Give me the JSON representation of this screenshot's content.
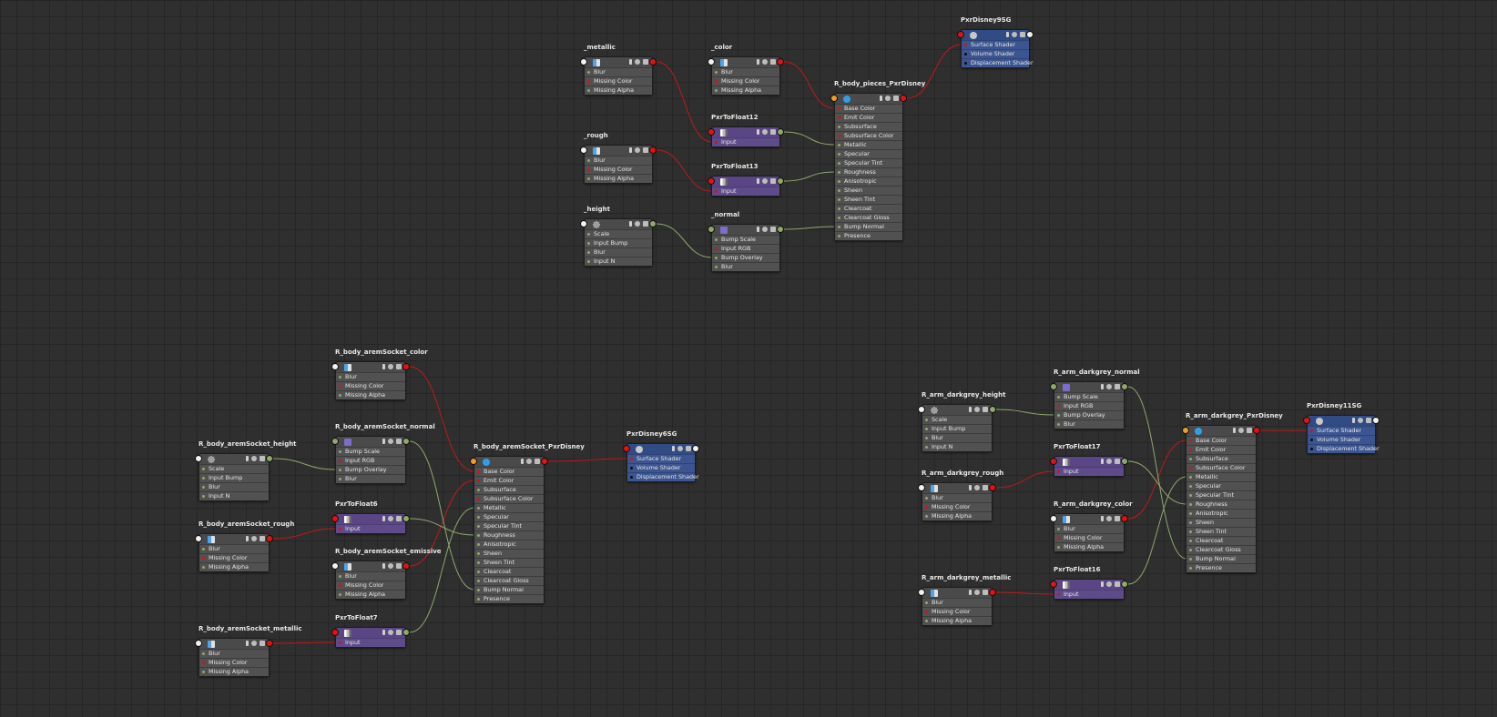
{
  "nodes": {
    "metallic": {
      "title": "_metallic",
      "attrs": [
        "Blur",
        "Missing Color",
        "Missing Alpha"
      ]
    },
    "color": {
      "title": "_color",
      "attrs": [
        "Blur",
        "Missing Color",
        "Missing Alpha"
      ]
    },
    "rough": {
      "title": "_rough",
      "attrs": [
        "Blur",
        "Missing Color",
        "Missing Alpha"
      ]
    },
    "height": {
      "title": "_height",
      "attrs": [
        "Scale",
        "Input Bump",
        "Blur",
        "Input N"
      ]
    },
    "normal": {
      "title": "_normal",
      "attrs": [
        "Bump Scale",
        "Input RGB",
        "Bump Overlay",
        "Blur"
      ]
    },
    "pxr12": {
      "title": "PxrToFloat12",
      "attrs": [
        "Input"
      ]
    },
    "pxr13": {
      "title": "PxrToFloat13",
      "attrs": [
        "Input"
      ]
    },
    "body_pieces": {
      "title": "R_body_pieces_PxrDisney",
      "attrs": [
        "Base Color",
        "Emit Color",
        "Subsurface",
        "Subsurface Color",
        "Metallic",
        "Specular",
        "Specular Tint",
        "Roughness",
        "Anisotropic",
        "Sheen",
        "Sheen Tint",
        "Clearcoat",
        "Clearcoat Gloss",
        "Bump Normal",
        "Presence"
      ]
    },
    "sg9": {
      "title": "PxrDisney9SG",
      "attrs": [
        "Surface Shader",
        "Volume Shader",
        "Displacement Shader"
      ]
    },
    "as_color": {
      "title": "R_body_aremSocket_color",
      "attrs": [
        "Blur",
        "Missing Color",
        "Missing Alpha"
      ]
    },
    "as_normal": {
      "title": "R_body_aremSocket_normal",
      "attrs": [
        "Bump Scale",
        "Input RGB",
        "Bump Overlay",
        "Blur"
      ]
    },
    "as_height": {
      "title": "R_body_aremSocket_height",
      "attrs": [
        "Scale",
        "Input Bump",
        "Blur",
        "Input N"
      ]
    },
    "pxr6": {
      "title": "PxrToFloat6",
      "attrs": [
        "Input"
      ]
    },
    "as_rough": {
      "title": "R_body_aremSocket_rough",
      "attrs": [
        "Blur",
        "Missing Color",
        "Missing Alpha"
      ]
    },
    "as_emissive": {
      "title": "R_body_aremSocket_emissive",
      "attrs": [
        "Blur",
        "Missing Color",
        "Missing Alpha"
      ]
    },
    "pxr7": {
      "title": "PxrToFloat7",
      "attrs": [
        "Input"
      ]
    },
    "as_metallic": {
      "title": "R_body_aremSocket_metallic",
      "attrs": [
        "Blur",
        "Missing Color",
        "Missing Alpha"
      ]
    },
    "as_disney": {
      "title": "R_body_aremSocket_PxrDisney",
      "attrs": [
        "Base Color",
        "Emit Color",
        "Subsurface",
        "Subsurface Color",
        "Metallic",
        "Specular",
        "Specular Tint",
        "Roughness",
        "Anisotropic",
        "Sheen",
        "Sheen Tint",
        "Clearcoat",
        "Clearcoat Gloss",
        "Bump Normal",
        "Presence"
      ]
    },
    "sg6": {
      "title": "PxrDisney6SG",
      "attrs": [
        "Surface Shader",
        "Volume Shader",
        "Displacement Shader"
      ]
    },
    "dg_height": {
      "title": "R_arm_darkgrey_height",
      "attrs": [
        "Scale",
        "Input Bump",
        "Blur",
        "Input N"
      ]
    },
    "dg_normal": {
      "title": "R_arm_darkgrey_normal",
      "attrs": [
        "Bump Scale",
        "Input RGB",
        "Bump Overlay",
        "Blur"
      ]
    },
    "pxr17": {
      "title": "PxrToFloat17",
      "attrs": [
        "Input"
      ]
    },
    "dg_rough": {
      "title": "R_arm_darkgrey_rough",
      "attrs": [
        "Blur",
        "Missing Color",
        "Missing Alpha"
      ]
    },
    "dg_color": {
      "title": "R_arm_darkgrey_color",
      "attrs": [
        "Blur",
        "Missing Color",
        "Missing Alpha"
      ]
    },
    "dg_metallic": {
      "title": "R_arm_darkgrey_metallic",
      "attrs": [
        "Blur",
        "Missing Color",
        "Missing Alpha"
      ]
    },
    "pxr16": {
      "title": "PxrToFloat16",
      "attrs": [
        "Input"
      ]
    },
    "dg_disney": {
      "title": "R_arm_darkgrey_PxrDisney",
      "attrs": [
        "Base Color",
        "Emit Color",
        "Subsurface",
        "Subsurface Color",
        "Metallic",
        "Specular",
        "Specular Tint",
        "Roughness",
        "Anisotropic",
        "Sheen",
        "Sheen Tint",
        "Clearcoat",
        "Clearcoat Gloss",
        "Bump Normal",
        "Presence"
      ]
    },
    "sg11": {
      "title": "PxrDisney11SG",
      "attrs": [
        "Surface Shader",
        "Volume Shader",
        "Displacement Shader"
      ]
    }
  },
  "colors": {
    "canvas": "#2f2f2f",
    "texture_node": "#4a4a4a",
    "convert_node": "#5a4585",
    "shading_group": "#314b85",
    "color_wire": "#c01818",
    "scalar_wire": "#8fa86c"
  }
}
